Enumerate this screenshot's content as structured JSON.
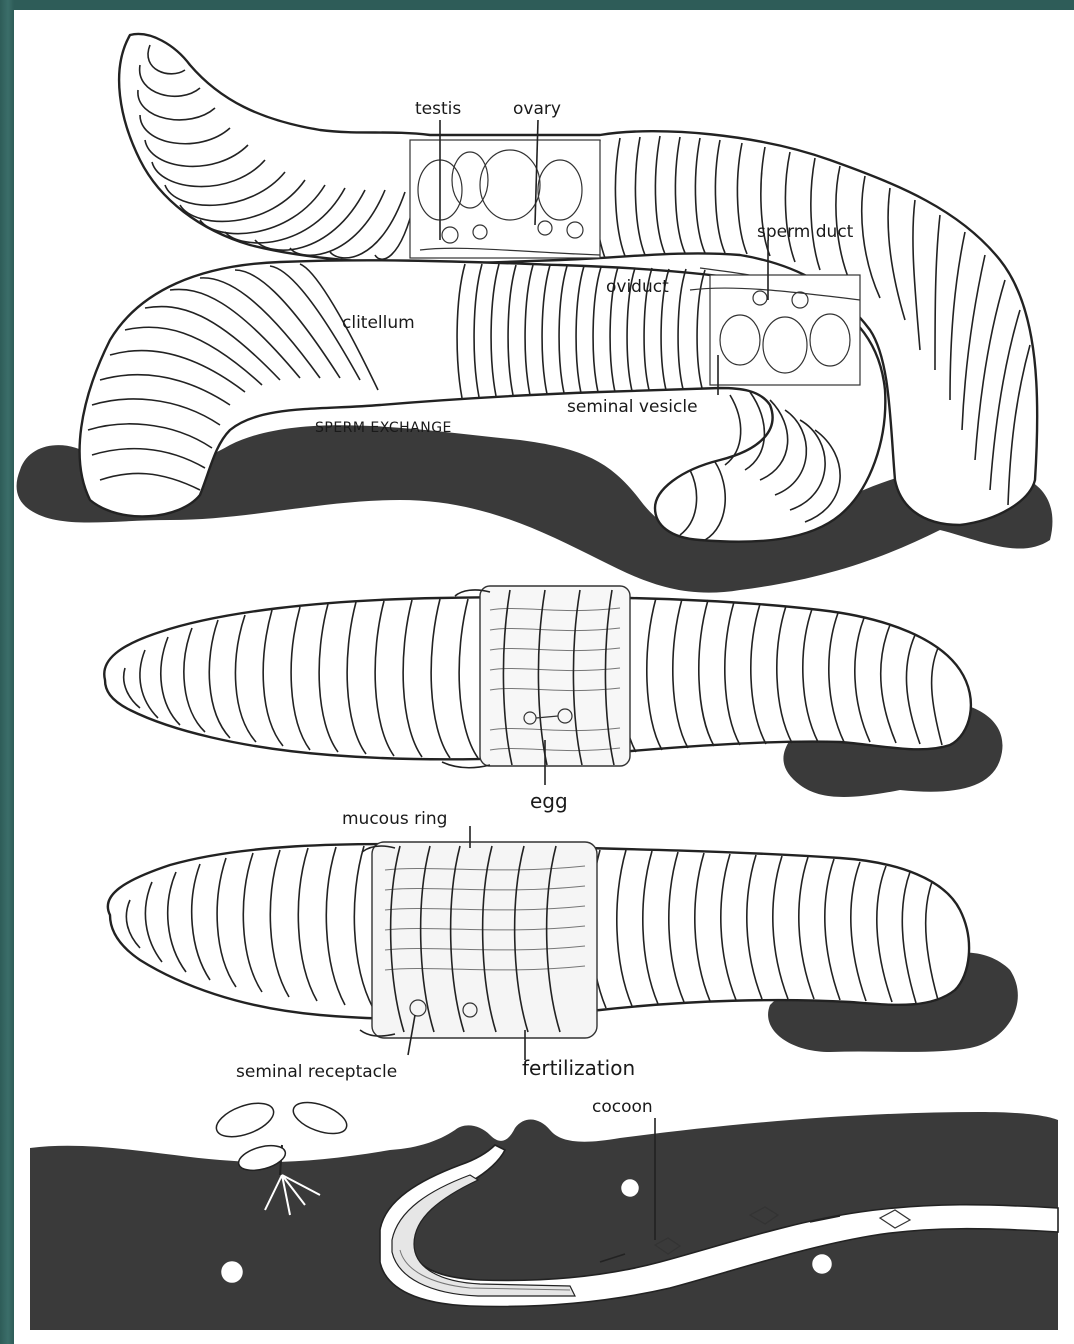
{
  "labels": {
    "testis": "testis",
    "ovary": "ovary",
    "sperm_duct": "sperm duct",
    "oviduct": "oviduct",
    "clitellum": "clitellum",
    "seminal_vesicle": "seminal vesicle",
    "sperm_exchange": "SPERM EXCHANGE",
    "egg": "egg",
    "mucous_ring": "mucous ring",
    "seminal_receptacle": "seminal receptacle",
    "fertilization": "fertilization",
    "cocoon": "cocoon"
  },
  "colors": {
    "border": "#2f5f5b",
    "soil": "#3a3a3a",
    "ink": "#222222",
    "paper": "#ffffff"
  }
}
